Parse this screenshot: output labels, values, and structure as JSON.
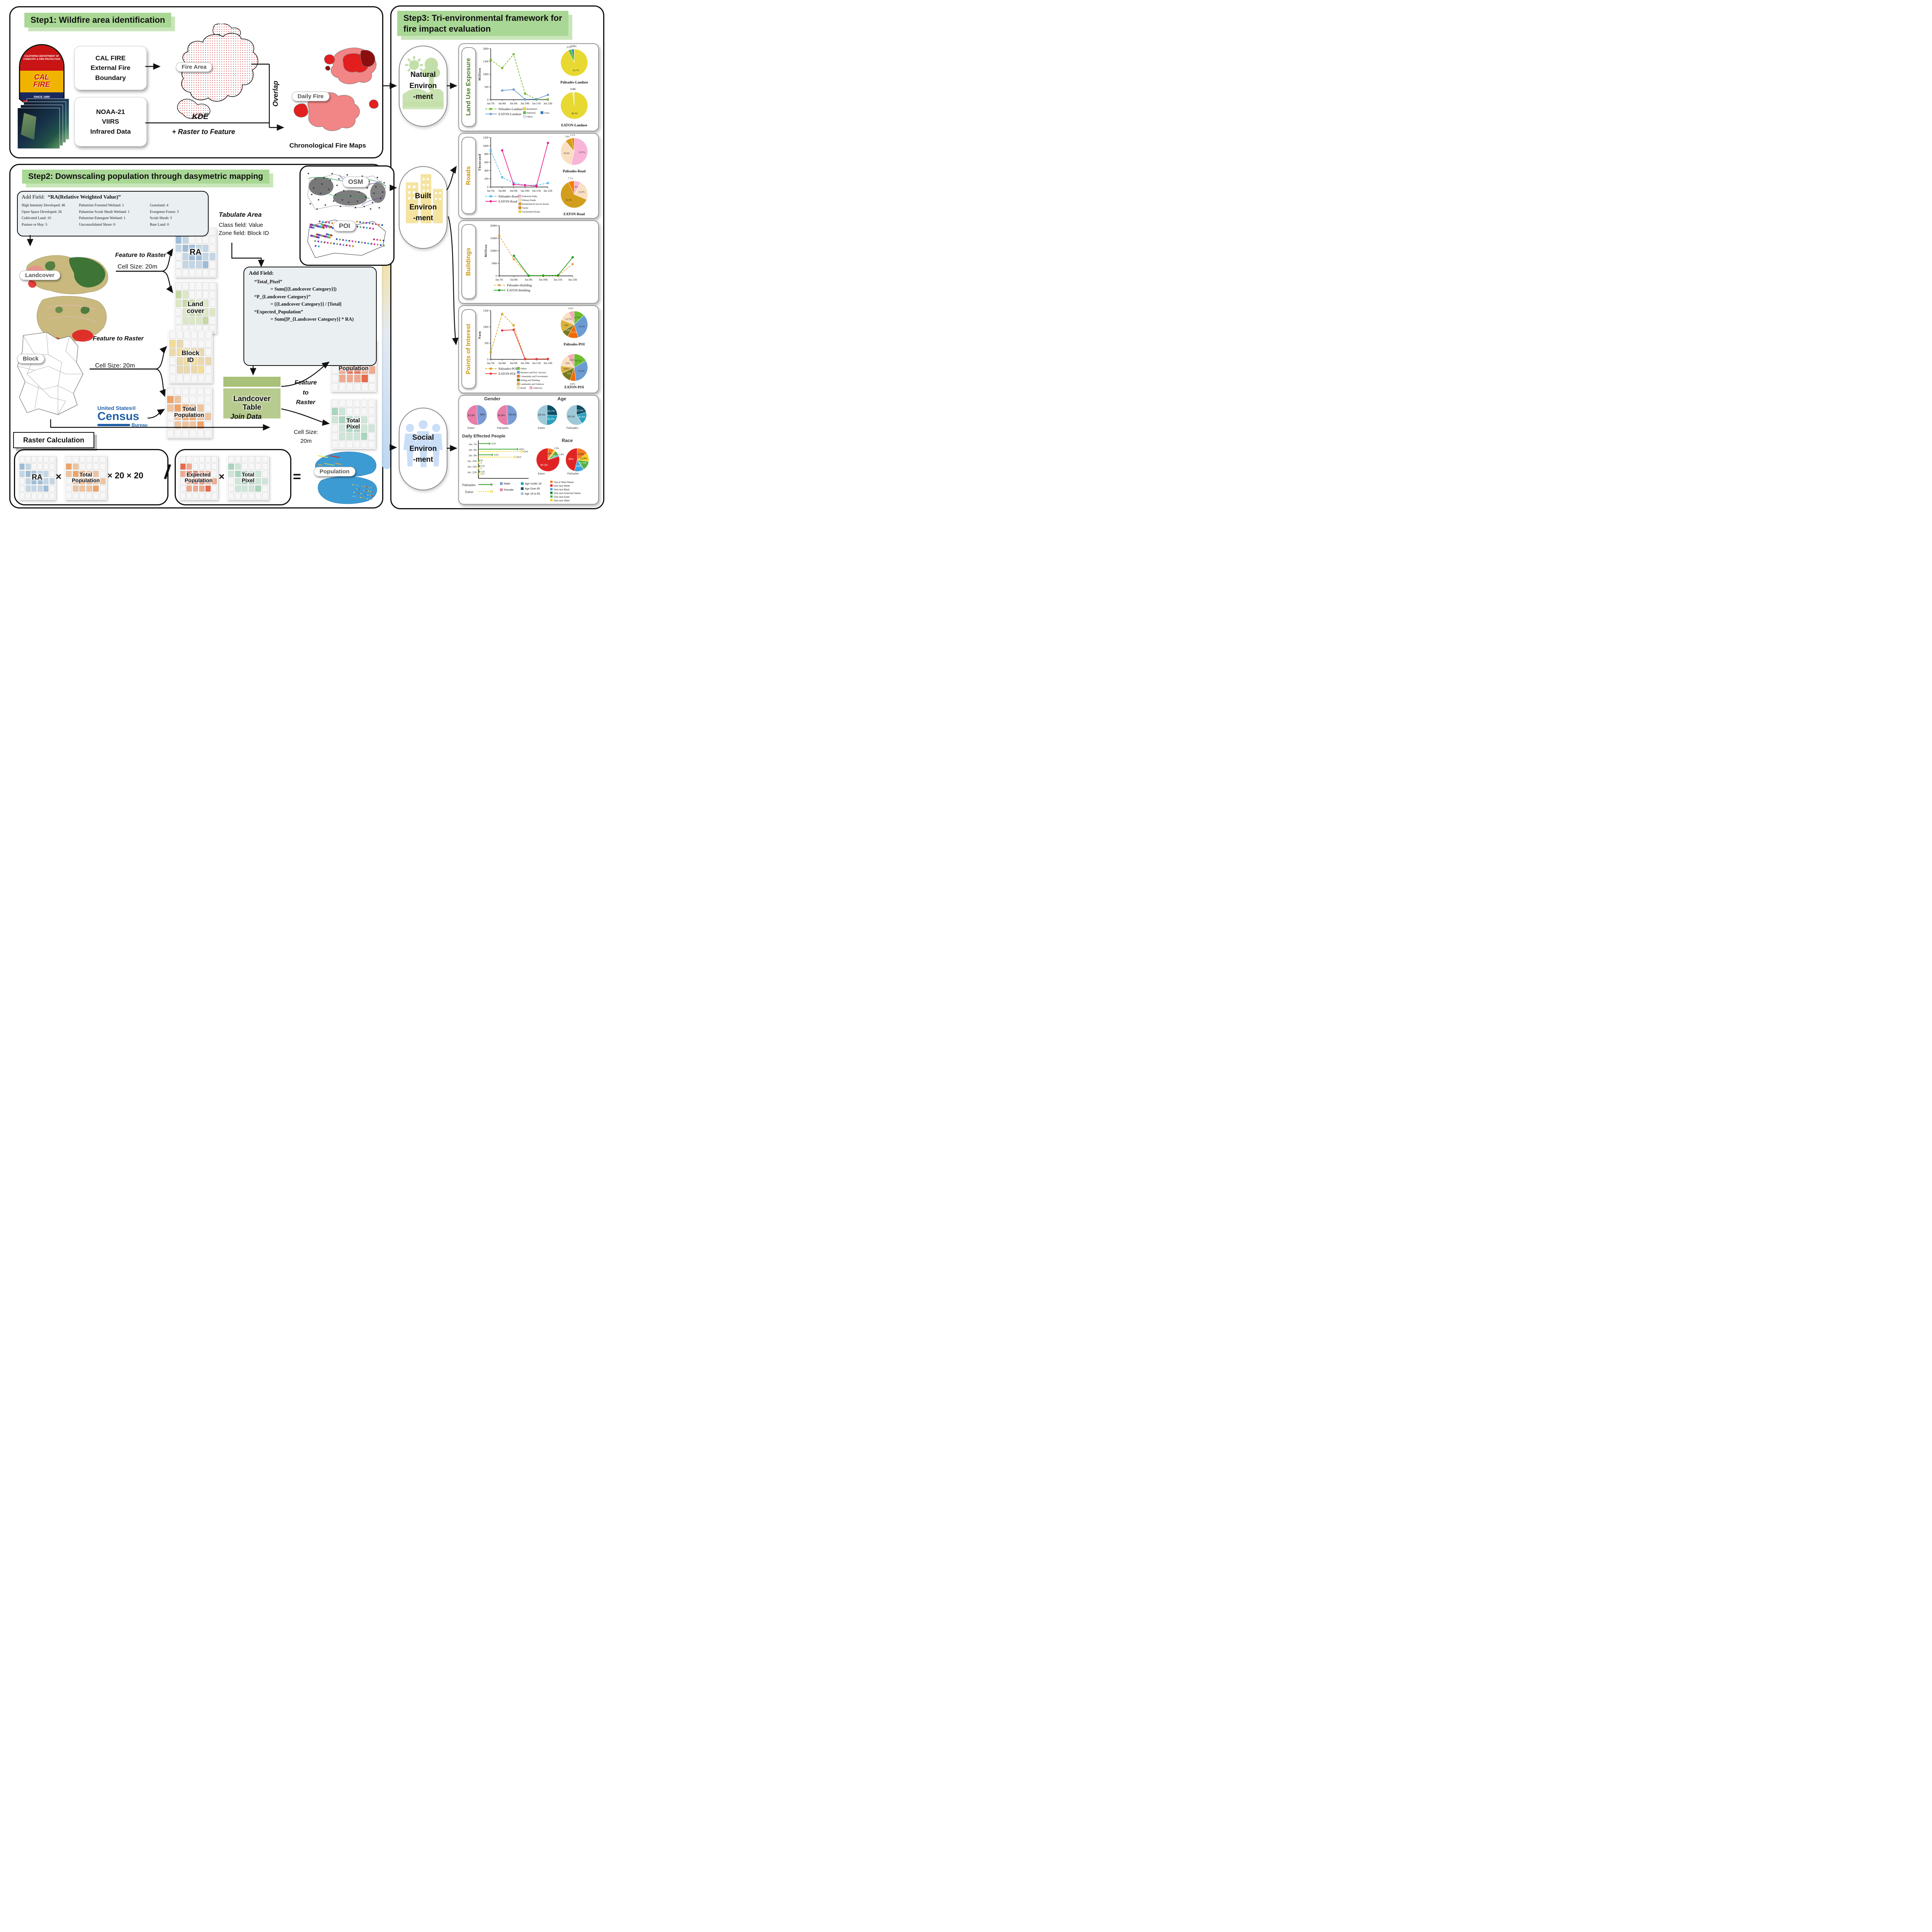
{
  "step1": {
    "title": "Step1:  Wildfire area  identification",
    "calfire": {
      "arc1": "CALIFORNIA DEPARTMENT OF",
      "arc2": "FORESTRY & FIRE PROTECTION",
      "cal": "CAL",
      "fire": "FIRE",
      "since": "SINCE 1885"
    },
    "source1": [
      "CAL FIRE",
      "External Fire",
      "Boundary"
    ],
    "source2": [
      "NOAA-21",
      "VIIRS",
      "Infrared Data"
    ],
    "fire_area_label": "Fire Area",
    "kde": "KDE",
    "raster_to_feature": "+ Raster to Feature",
    "overlap": "Overlap",
    "daily_fire_label": "Daily Fire",
    "chronological": "Chronological Fire Maps"
  },
  "step2": {
    "title": "Step2:  Downscaling population through dasymetric mapping",
    "ra_field_box": {
      "label": "Add Field:",
      "value": "“RA(Relative Weighted Value)”",
      "columns": [
        [
          "High Intensity Developed: 46",
          "Open Space Developed: 26",
          "Cultivated Land: 10",
          "Pasture or Hay: 5"
        ],
        [
          "Palustrine Forested Wetland: 1",
          "Palustrine Scrub Shrub Wetland: 1",
          "Palustrine Emergent Wetland: 1",
          "Unconsolidated Shore: 0"
        ],
        [
          "Grassland: 4",
          "Evergreen Forest: 3",
          "Scrub Shrub: 3",
          "Bare Land: 0"
        ]
      ]
    },
    "landcover_label": "Landcover",
    "block_label": "Block",
    "feature_to_raster": "Feature to Raster",
    "cell_size": "Cell Size: 20m",
    "tabulate_area": {
      "title": "Tabulate Area",
      "class_field": "Class field: Value",
      "zone_field": "Zone field: Block ID"
    },
    "add_field_box": {
      "title": "Add Field:",
      "rows": [
        {
          "name": "“Total_Pixel”",
          "formula": "=  Sum([{Landcover Category}])"
        },
        {
          "name": "“P_{Landcover Category}”",
          "formula": "= [{Landcover Category}] / [Total]"
        },
        {
          "name": "“Expected_Population”",
          "formula": "= Sum([P_{Landcover Category}] * RA)"
        }
      ]
    },
    "grids": {
      "ra": [
        "RA"
      ],
      "land_cover": [
        "Land",
        "cover"
      ],
      "block_id": [
        "Block",
        "ID"
      ],
      "total_population": [
        "Total",
        "Population"
      ],
      "expected_population": [
        "Expected",
        "Population"
      ],
      "total_pixel": [
        "Total",
        "Pixel"
      ]
    },
    "census": [
      "United States®",
      "Census",
      "Bureau"
    ],
    "landcover_table": [
      "Landcover",
      "Table"
    ],
    "join_data": "Join Data",
    "feature_to_raster_stack": [
      "Feature",
      "to",
      "Raster"
    ],
    "cell_size_stack": [
      "Cell Size:",
      "20m"
    ],
    "raster_calculation": "Raster Calculation",
    "multiply": "×",
    "factor": "× 20 × 20",
    "divide": "/",
    "equals": "=",
    "population_label": "Population"
  },
  "middle": {
    "osm": "OSM",
    "poi": "POI"
  },
  "step3": {
    "title1": "Step3:  Tri-environmental framework for",
    "title2": "fire impact evaluation",
    "natural": [
      "Natural",
      "Environ",
      "-ment"
    ],
    "built": [
      "Built",
      "Environ",
      "-ment"
    ],
    "social": [
      "Social",
      "Environ",
      "-ment"
    ],
    "side_labels": {
      "landuse": "Land Use Exposure",
      "roads": "Roads",
      "buildings": "Buildings",
      "poi": "Points of Interest"
    }
  },
  "chart_data": {
    "landuse": {
      "type": "line",
      "ylabel": "Million",
      "ylim": [
        0,
        2000
      ],
      "yticks": [
        0,
        500,
        1000,
        1500,
        2000
      ],
      "x": [
        "Jan.7th",
        "Jan.8th",
        "Jan.9th",
        "Jan.10th",
        "Jan.11th",
        "Jan.12th"
      ],
      "series": [
        {
          "name": "Palisades-Landuse",
          "color": "#76b82a",
          "dash": true,
          "marker": "square",
          "values": [
            1560,
            1240,
            1780,
            240,
            10,
            15
          ]
        },
        {
          "name": "EATON-Landuse",
          "color": "#6b9bd2",
          "dash": false,
          "marker": "circle",
          "values": [
            null,
            360,
            400,
            15,
            20,
            190
          ]
        }
      ],
      "categories_legend": [
        {
          "label": "Residential",
          "color": "#e8d832"
        },
        {
          "label": "Industrial",
          "color": "#56c03c"
        },
        {
          "label": "Grass",
          "color": "#2979c0"
        },
        {
          "label": "Others",
          "color": "#d9e6f2"
        }
      ],
      "pies": [
        {
          "title": "Palisades-Landuse",
          "slices": [
            {
              "label": "Residential",
              "pct": 92.7
            },
            {
              "label": "Industrial",
              "pct": 4.4
            },
            {
              "label": "Grass",
              "pct": 2.7
            },
            {
              "label": "Others",
              "pct": 0.2
            }
          ]
        },
        {
          "title": "EATON-Landuse",
          "slices": [
            {
              "label": "Residential",
              "pct": 98.3
            },
            {
              "label": "Industrial",
              "pct": 0.3
            },
            {
              "label": "Others",
              "pct": 1.4
            }
          ]
        }
      ]
    },
    "roads": {
      "type": "line",
      "ylabel": "Thousand",
      "ylim": [
        0,
        1200
      ],
      "yticks": [
        0,
        200,
        400,
        600,
        800,
        1000,
        1200
      ],
      "x": [
        "Jan.7th",
        "Jan.8th",
        "Jan.9th",
        "Jan.10th",
        "Jan.11th",
        "Jan.12th"
      ],
      "series": [
        {
          "name": "Palisades-Road",
          "color": "#56bcf0",
          "dash": true,
          "marker": "square",
          "values": [
            890,
            235,
            100,
            45,
            45,
            95
          ]
        },
        {
          "name": "EATON-Road",
          "color": "#ec1e8c",
          "dash": false,
          "marker": "circle",
          "values": [
            null,
            890,
            60,
            45,
            25,
            1070
          ]
        }
      ],
      "categories_legend": [
        {
          "label": "Pedestrian Paths",
          "color": "#f9b5d8"
        },
        {
          "label": "Primary Roads",
          "color": "#fadfc2"
        },
        {
          "label": "Residential & Service Roads",
          "color": "#d29e1c"
        },
        {
          "label": "Tracks",
          "color": "#f57c00"
        },
        {
          "label": "Unclassified Roads",
          "color": "#e8e03c"
        }
      ],
      "pies": [
        {
          "title": "Palisades-Road",
          "slices": [
            {
              "label": "Pedestrian Paths",
              "pct": 53.5
            },
            {
              "label": "Primary Roads",
              "pct": 35.6
            },
            {
              "label": "Residential & Service Roads",
              "pct": 7.8
            },
            {
              "label": "Tracks",
              "pct": 3.1
            }
          ]
        },
        {
          "title": "EATON-Road",
          "slices": [
            {
              "label": "Pedestrian Paths",
              "pct": 8
            },
            {
              "label": "Primary Roads",
              "pct": 23.4
            },
            {
              "label": "Residential & Service Roads",
              "pct": 61.5
            },
            {
              "label": "Tracks",
              "pct": 7.1
            }
          ]
        }
      ]
    },
    "buildings": {
      "type": "line",
      "ylabel": "Million",
      "ylim": [
        0,
        20000
      ],
      "yticks": [
        0,
        5000,
        10000,
        15000,
        20000
      ],
      "x": [
        "Jan.7th",
        "Jan.8th",
        "Jan.9th",
        "Jan.10th",
        "Jan.11th",
        "Jan.12th"
      ],
      "series": [
        {
          "name": "Palisades-Building",
          "color": "#e6a34c",
          "dash": true,
          "marker": "square",
          "values": [
            16000,
            6600,
            60,
            30,
            60,
            4700
          ]
        },
        {
          "name": "EATON-Building",
          "color": "#169c16",
          "dash": false,
          "marker": "circle",
          "values": [
            null,
            8000,
            110,
            130,
            220,
            7400
          ]
        }
      ]
    },
    "poi": {
      "type": "line",
      "ylabel": "Num",
      "ylim": [
        0,
        1500
      ],
      "yticks": [
        0,
        500,
        1000,
        1500
      ],
      "x": [
        "Jan.7th",
        "Jan.8th",
        "Jan.9th",
        "Jan.10th",
        "Jan.11th",
        "Jan.12th"
      ],
      "series": [
        {
          "name": "Palisades-POI",
          "color": "#d9a61e",
          "dash": true,
          "marker": "square",
          "values": [
            220,
            1400,
            1050,
            15,
            10,
            8
          ]
        },
        {
          "name": "EATON-POI",
          "color": "#e23a3a",
          "dash": false,
          "marker": "circle",
          "values": [
            null,
            890,
            910,
            8,
            10,
            15
          ]
        }
      ],
      "categories_legend": [
        {
          "label": "Others",
          "color": "#6cbf2f"
        },
        {
          "label": "Business and Prof. Services",
          "color": "#6b9bd2"
        },
        {
          "label": "Community and Government",
          "color": "#f06a00"
        },
        {
          "label": "Dining and Drinking",
          "color": "#79791c"
        },
        {
          "label": "Landmarks and Outdoors",
          "color": "#dcb23a"
        },
        {
          "label": "Retail",
          "color": "#fadfc2"
        },
        {
          "label": "Unknown",
          "color": "#f9a8b8"
        }
      ],
      "pies": [
        {
          "title": "Palisades-POI",
          "slices": [
            {
              "label": "Others",
              "pct": 12.7
            },
            {
              "label": "Business and Prof. Services",
              "pct": 32.5
            },
            {
              "label": "Community and Government",
              "pct": 12.7
            },
            {
              "label": "Dining and Drinking",
              "pct": 8.8
            },
            {
              "label": "Landmarks and Outdoors",
              "pct": 14
            },
            {
              "label": "Retail",
              "pct": 12.7
            },
            {
              "label": "Unknown",
              "pct": 6.6
            }
          ]
        },
        {
          "title": "EATON-POI",
          "slices": [
            {
              "label": "Others",
              "pct": 16.7
            },
            {
              "label": "Business and Prof. Services",
              "pct": 31.4
            },
            {
              "label": "Community and Government",
              "pct": 6.8
            },
            {
              "label": "Dining and Drinking",
              "pct": 13
            },
            {
              "label": "Landmarks and Outdoors",
              "pct": 8.9
            },
            {
              "label": "Retail",
              "pct": 15
            },
            {
              "label": "Unknown",
              "pct": 8.2
            }
          ]
        }
      ]
    },
    "social": {
      "gender": {
        "title": "Gender",
        "colors": {
          "Male": "#7b9bd4",
          "Female": "#e87da8"
        },
        "pies": [
          {
            "title": "Eaton",
            "slices": [
              {
                "label": "Male",
                "pct": 48
              },
              {
                "label": "Female",
                "pct": 52.3
              }
            ]
          },
          {
            "title": "Palisades",
            "slices": [
              {
                "label": "Male",
                "pct": 48.2
              },
              {
                "label": "Female",
                "pct": 51.8
              }
            ]
          }
        ]
      },
      "age": {
        "title": "Age",
        "colors": {
          "Age Under 18": "#28a0bc",
          "Age Over 65": "#0d4f66",
          "Age 18 to 65": "#9fc9d8"
        },
        "pies": [
          {
            "title": "Eaton",
            "slices": [
              {
                "label": "Age Over 65",
                "pct": 25.7
              },
              {
                "label": "Age Under 18",
                "pct": 25.2
              },
              {
                "label": "Age 18 to 65",
                "pct": 49.1
              }
            ]
          },
          {
            "title": "Palisades",
            "slices": [
              {
                "label": "Age Over 65",
                "pct": 20.5
              },
              {
                "label": "Age Under 18",
                "pct": 20.4
              },
              {
                "label": "Age 18 to 65",
                "pct": 59.1
              }
            ]
          }
        ]
      },
      "race": {
        "title": "Race",
        "colors": {
          "Two or More Races": "#f57c22",
          "One race White": "#e02424",
          "One race Black": "#3aa4e0",
          "One race American Native": "#0e7a3c",
          "One race Asian": "#52b043",
          "One race Other": "#f5cf1b"
        },
        "pies": [
          {
            "title": "Eaton",
            "slices": [
              {
                "label": "Two or More Races",
                "pct": 9
              },
              {
                "label": "One race Other",
                "pct": 2.5
              },
              {
                "label": "One race Asian",
                "pct": 6.5
              },
              {
                "label": "One race Black",
                "pct": 1.8
              },
              {
                "label": "One race American Native",
                "pct": 0.08
              },
              {
                "label": "One race White",
                "pct": 80.3
              }
            ]
          },
          {
            "title": "Palisades",
            "slices": [
              {
                "label": "Two or More Races",
                "pct": 15.8
              },
              {
                "label": "One race Other",
                "pct": 11.6
              },
              {
                "label": "One race Asian",
                "pct": 12.7
              },
              {
                "label": "One race American Native",
                "pct": 0.87
              },
              {
                "label": "One race Black",
                "pct": 13
              },
              {
                "label": "One race White",
                "pct": 46
              }
            ]
          }
        ]
      },
      "daily": {
        "type": "lollipop",
        "title": "Daily Effected People",
        "categories": [
          "Jan. 7th",
          "Jan. 8th",
          "Jan. 9th",
          "Jan. 10th",
          "Jan. 11th",
          "Jan. 12th"
        ],
        "series": [
          {
            "name": "Palisades",
            "color": "#52b043",
            "dash": false,
            "values": [
              1125,
              3926,
              1391,
              50,
              118,
              118
            ]
          },
          {
            "name": "Eaton",
            "color": "#f0cf18",
            "dash": true,
            "values": [
              null,
              4342,
              3672,
              1,
              1,
              117
            ]
          }
        ]
      },
      "gender_legend": [
        "Male",
        "Female"
      ],
      "age_legend": [
        "Age Under 18",
        "Age Over 65",
        "Age 18 to 65"
      ],
      "race_legend": [
        "Two or More Races",
        "One race White",
        "One race Black",
        "One race American Native",
        "One race Asian",
        "One race Other"
      ]
    }
  }
}
